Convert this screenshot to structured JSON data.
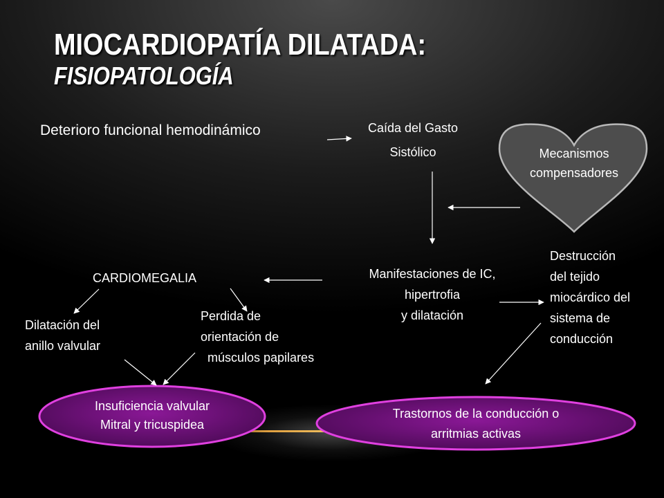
{
  "title": "MIOCARDIOPATÍA DILATADA:",
  "subtitle": "FISIOPATOLOGÍA",
  "nodes": {
    "deterioro": "Deterioro funcional hemodinámico",
    "caida_line1": "Caída del Gasto",
    "caida_line2": "Sistólico",
    "mecanismos_line1": "Mecanismos",
    "mecanismos_line2": "compensadores",
    "cardiomegalia": "CARDIOMEGALIA",
    "manifestaciones_line1": "Manifestaciones de IC,",
    "manifestaciones_line2": "hipertrofia",
    "manifestaciones_line3": "y dilatación",
    "destruccion_line1": "Destrucción",
    "destruccion_line2": "del tejido",
    "destruccion_line3": "miocárdico del",
    "destruccion_line4": "sistema de",
    "destruccion_line5": "conducción",
    "dilatacion_line1": "Dilatación del",
    "dilatacion_line2": "anillo valvular",
    "perdida_line1": "Perdida de",
    "perdida_line2": "orientación de",
    "perdida_line3": "músculos papilares",
    "insuficiencia_line1": "Insuficiencia valvular",
    "insuficiencia_line2": "Mitral y tricuspidea",
    "trastornos_line1": "Trastornos de la conducción o",
    "trastornos_line2": "arritmias activas"
  },
  "colors": {
    "heart_fill": "#4d4d4d",
    "heart_stroke": "#b8b8b8",
    "ellipse_fill": "#6a0f74",
    "ellipse_stroke": "#e040e0",
    "accent_glow": "#e0a040"
  }
}
